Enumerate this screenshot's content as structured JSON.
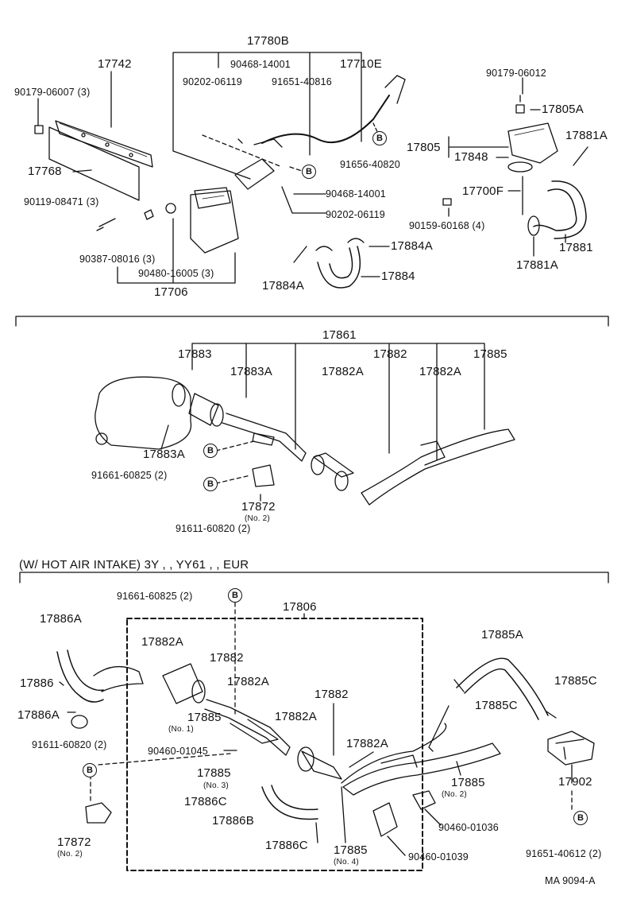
{
  "section_title": "(W/ HOT AIR INTAKE) 3Y , , YY61 , , EUR",
  "footer_code": "MA  9094-A",
  "b_marker": "B",
  "top": {
    "p17780B": "17780B",
    "p90468_14001a": "90468-14001",
    "p17710E": "17710E",
    "p17742": "17742",
    "p90202_06119a": "90202-06119",
    "p91651_40816": "91651-40816",
    "p90179_06007": "90179-06007 (3)",
    "p17768": "17768",
    "p91656_40820": "91656-40820",
    "p90468_14001b": "90468-14001",
    "p90119_08471": "90119-08471 (3)",
    "p90202_06119b": "90202-06119",
    "p90159_60168": "90159-60168 (4)",
    "p90387_08016": "90387-08016 (3)",
    "p90480_16005": "90480-16005 (3)",
    "p17706": "17706",
    "p17884A_a": "17884A",
    "p17884": "17884",
    "p17884A_b": "17884A",
    "p90179_06012": "90179-06012",
    "p17805A": "17805A",
    "p17805": "17805",
    "p17881A_a": "17881A",
    "p17848": "17848",
    "p17700F": "17700F",
    "p17881": "17881",
    "p17881A_b": "17881A"
  },
  "middle": {
    "p17861": "17861",
    "p17883": "17883",
    "p17882": "17882",
    "p17885": "17885",
    "p17883A_a": "17883A",
    "p17882A_a": "17882A",
    "p17882A_b": "17882A",
    "p17883A_b": "17883A",
    "p91661_60825": "91661-60825 (2)",
    "p91611_60820": "91611-60820 (2)",
    "p17872": "17872",
    "p17872_sub": "(No. 2)"
  },
  "bottom": {
    "p91661_60825": "91661-60825 (2)",
    "p17806": "17806",
    "p17886A_a": "17886A",
    "p17882A_a": "17882A",
    "p17882_a": "17882",
    "p17885A": "17885A",
    "p17886": "17886",
    "p17882A_b": "17882A",
    "p17885C_a": "17885C",
    "p17886A_b": "17886A",
    "p17885_no1": "17885",
    "p17885_no1_sub": "(No. 1)",
    "p17882_b": "17882",
    "p17885C_b": "17885C",
    "p17882A_c": "17882A",
    "p91611_60820": "91611-60820 (2)",
    "p90460_01045": "90460-01045",
    "p17882A_d": "17882A",
    "p17885_no3": "17885",
    "p17885_no3_sub": "(No. 3)",
    "p17885_no2": "17885",
    "p17885_no2_sub": "(No. 2)",
    "p17902": "17902",
    "p17886C_a": "17886C",
    "p17886B": "17886B",
    "p90460_01036": "90460-01036",
    "p17872": "17872",
    "p17872_sub": "(No. 2)",
    "p17886C_b": "17886C",
    "p17885_no4": "17885",
    "p17885_no4_sub": "(No. 4)",
    "p90460_01039": "90460-01039",
    "p91651_40612": "91651-40612 (2)"
  }
}
